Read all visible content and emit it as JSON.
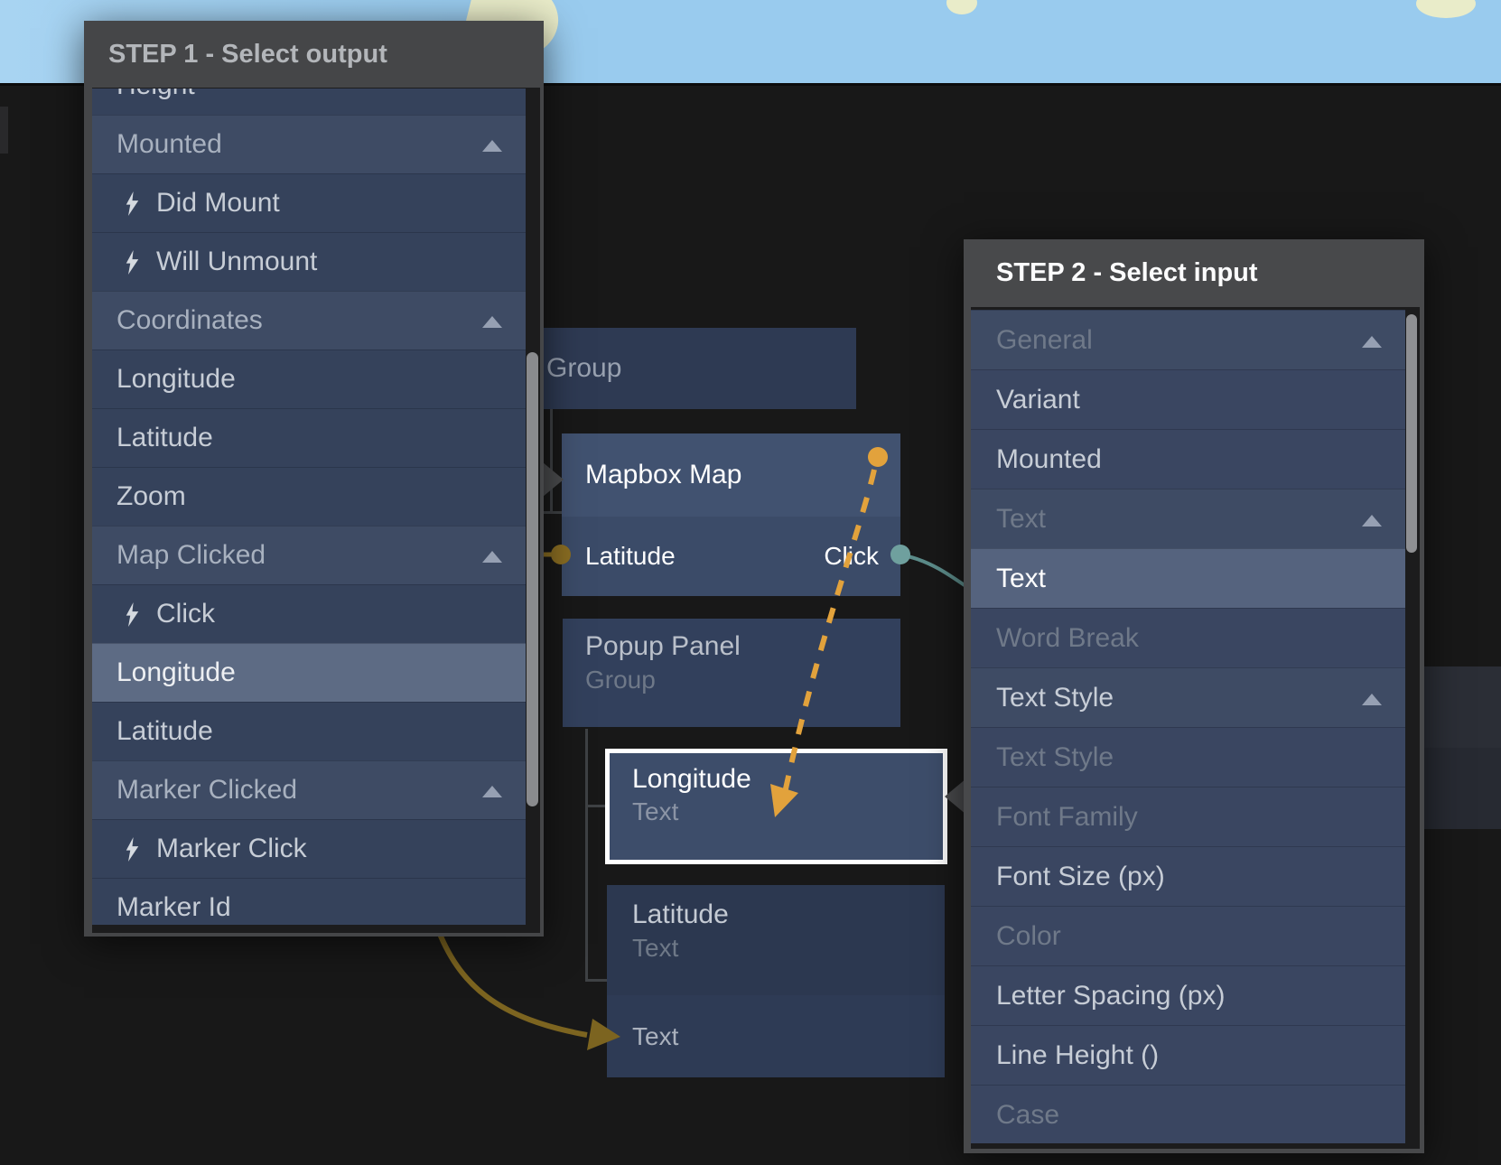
{
  "colors": {
    "canvas-bg": "#181818",
    "map-water": "#99cbee",
    "map-water-light": "#a8d4f2",
    "map-land": "#e9ecc9",
    "node-bright": "#415270",
    "node-bright2": "#3b4b68",
    "node-mid": "#32405c",
    "node-sel": "#3d4d6a",
    "node-dim": "#2e3a53",
    "node-dim2": "#2c3850",
    "node-dim3": "#2e3b55",
    "s1-item-bg": "#35425b",
    "s1-header-bg": "#3e4b64",
    "s1-selected-bg": "#5d6b84",
    "s1-item-text": "#c7cdd6",
    "s1-header-text": "#a8b1bf",
    "s2-item-bg": "#3a4661",
    "s2-header-bg": "#3e4b64",
    "s2-selected-bg": "#55637e",
    "s2-item-text": "#c7cdd6",
    "s2-dim-text": "#6f7989",
    "accent-orange": "#e2a23c",
    "accent-olive": "#7c6420",
    "accent-teal": "#5c8c8a",
    "port-gold": "#8a6d22",
    "port-teal": "#6fa09e"
  },
  "step1_panel": {
    "title": "STEP 1 - Select output",
    "items": [
      {
        "label": "Height",
        "kind": "item"
      },
      {
        "label": "Mounted",
        "kind": "header"
      },
      {
        "label": "Did Mount",
        "kind": "item",
        "icon": "lightning"
      },
      {
        "label": "Will Unmount",
        "kind": "item",
        "icon": "lightning"
      },
      {
        "label": "Coordinates",
        "kind": "header"
      },
      {
        "label": "Longitude",
        "kind": "item"
      },
      {
        "label": "Latitude",
        "kind": "item"
      },
      {
        "label": "Zoom",
        "kind": "item"
      },
      {
        "label": "Map Clicked",
        "kind": "header"
      },
      {
        "label": "Click",
        "kind": "item",
        "icon": "lightning"
      },
      {
        "label": "Longitude",
        "kind": "item",
        "selected": true
      },
      {
        "label": "Latitude",
        "kind": "item"
      },
      {
        "label": "Marker Clicked",
        "kind": "header"
      },
      {
        "label": "Marker Click",
        "kind": "item",
        "icon": "lightning"
      },
      {
        "label": "Marker Id",
        "kind": "item"
      }
    ]
  },
  "step2_panel": {
    "title": "STEP 2 - Select input",
    "items": [
      {
        "label": "General",
        "kind": "header",
        "dim": true
      },
      {
        "label": "Variant",
        "kind": "item"
      },
      {
        "label": "Mounted",
        "kind": "item"
      },
      {
        "label": "Text",
        "kind": "header",
        "dim": true
      },
      {
        "label": "Text",
        "kind": "item",
        "selected": true
      },
      {
        "label": "Word Break",
        "kind": "item",
        "dim": true
      },
      {
        "label": "Text Style",
        "kind": "header"
      },
      {
        "label": "Text Style",
        "kind": "item",
        "dim": true
      },
      {
        "label": "Font Family",
        "kind": "item",
        "dim": true
      },
      {
        "label": "Font Size (px)",
        "kind": "item"
      },
      {
        "label": "Color",
        "kind": "item",
        "dim": true
      },
      {
        "label": "Letter Spacing (px)",
        "kind": "item"
      },
      {
        "label": "Line Height ()",
        "kind": "item"
      },
      {
        "label": "Case",
        "kind": "item",
        "dim": true
      }
    ]
  },
  "nodes": {
    "group": {
      "title": "Group"
    },
    "mapbox": {
      "title": "Mapbox Map",
      "port_left": "Latitude",
      "port_right": "Click"
    },
    "popup": {
      "title": "Popup Panel",
      "subtitle": "Group"
    },
    "longitude": {
      "title": "Longitude",
      "subtitle": "Text"
    },
    "latitude": {
      "title": "Latitude",
      "subtitle": "Text",
      "port": "Text"
    }
  }
}
